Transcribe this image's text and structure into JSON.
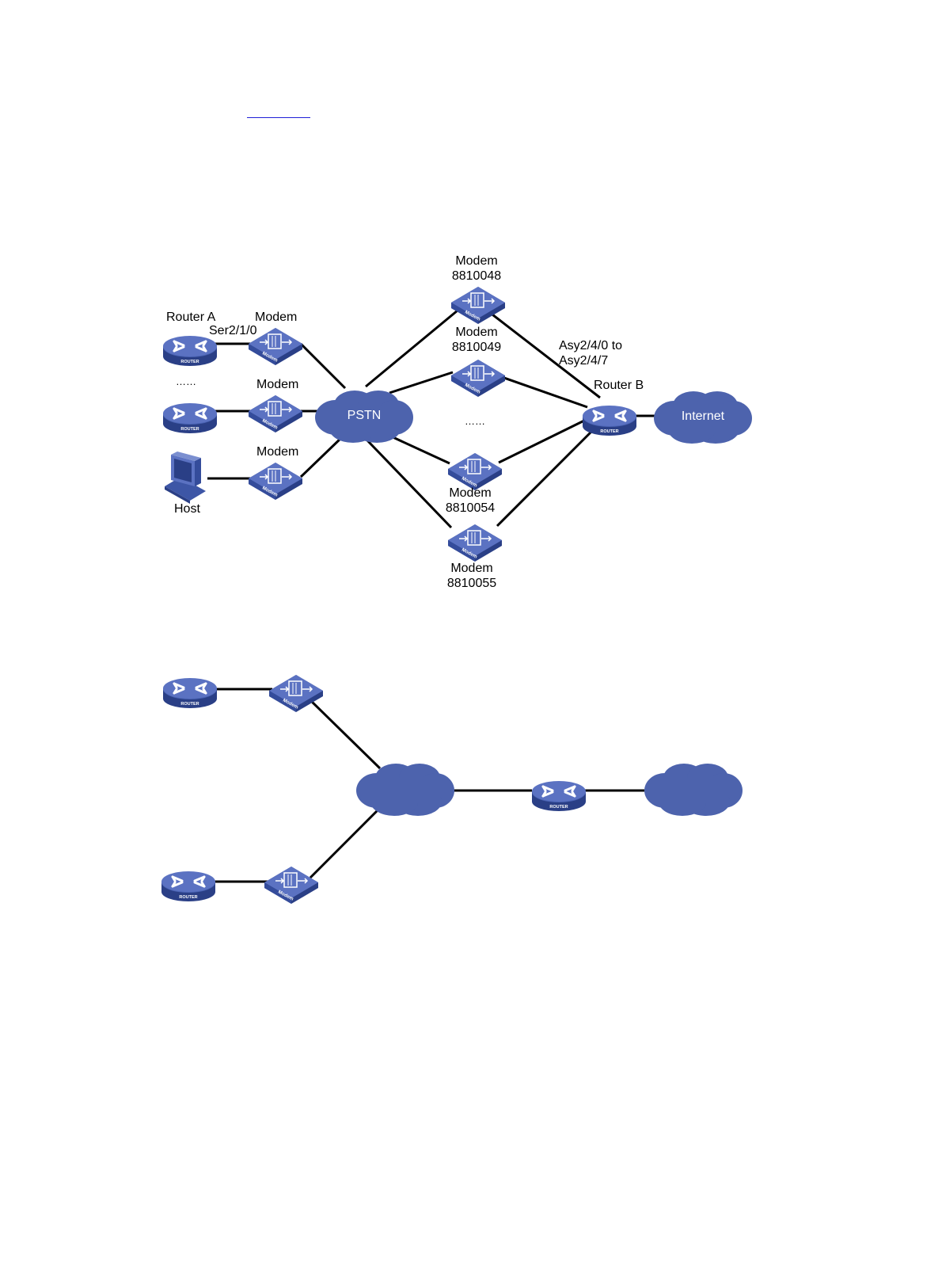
{
  "diagram1": {
    "labels": {
      "router_a": "Router A",
      "ser_iface": "Ser2/1/0",
      "modem_a": "Modem",
      "ellipsis_left": "……",
      "modem_b": "Modem",
      "modem_host": "Modem",
      "host": "Host",
      "pstn": "PSTN",
      "modem_48": "Modem",
      "num_48": "8810048",
      "modem_49": "Modem",
      "num_49": "8810049",
      "ellipsis_mid": "……",
      "modem_54": "Modem",
      "num_54": "8810054",
      "modem_55": "Modem",
      "num_55": "8810055",
      "asy_line1": "Asy2/4/0 to",
      "asy_line2": "Asy2/4/7",
      "router_b": "Router B",
      "internet": "Internet"
    }
  },
  "icon_text": {
    "router": "ROUTER",
    "modem": "Modem"
  },
  "colors": {
    "device_blue": "#3d56a6",
    "device_light": "#5b72c2",
    "device_dark": "#2a3f86",
    "cloud_blue": "#4d63ad",
    "link_blue": "#1f1fd6",
    "line": "#000000"
  }
}
